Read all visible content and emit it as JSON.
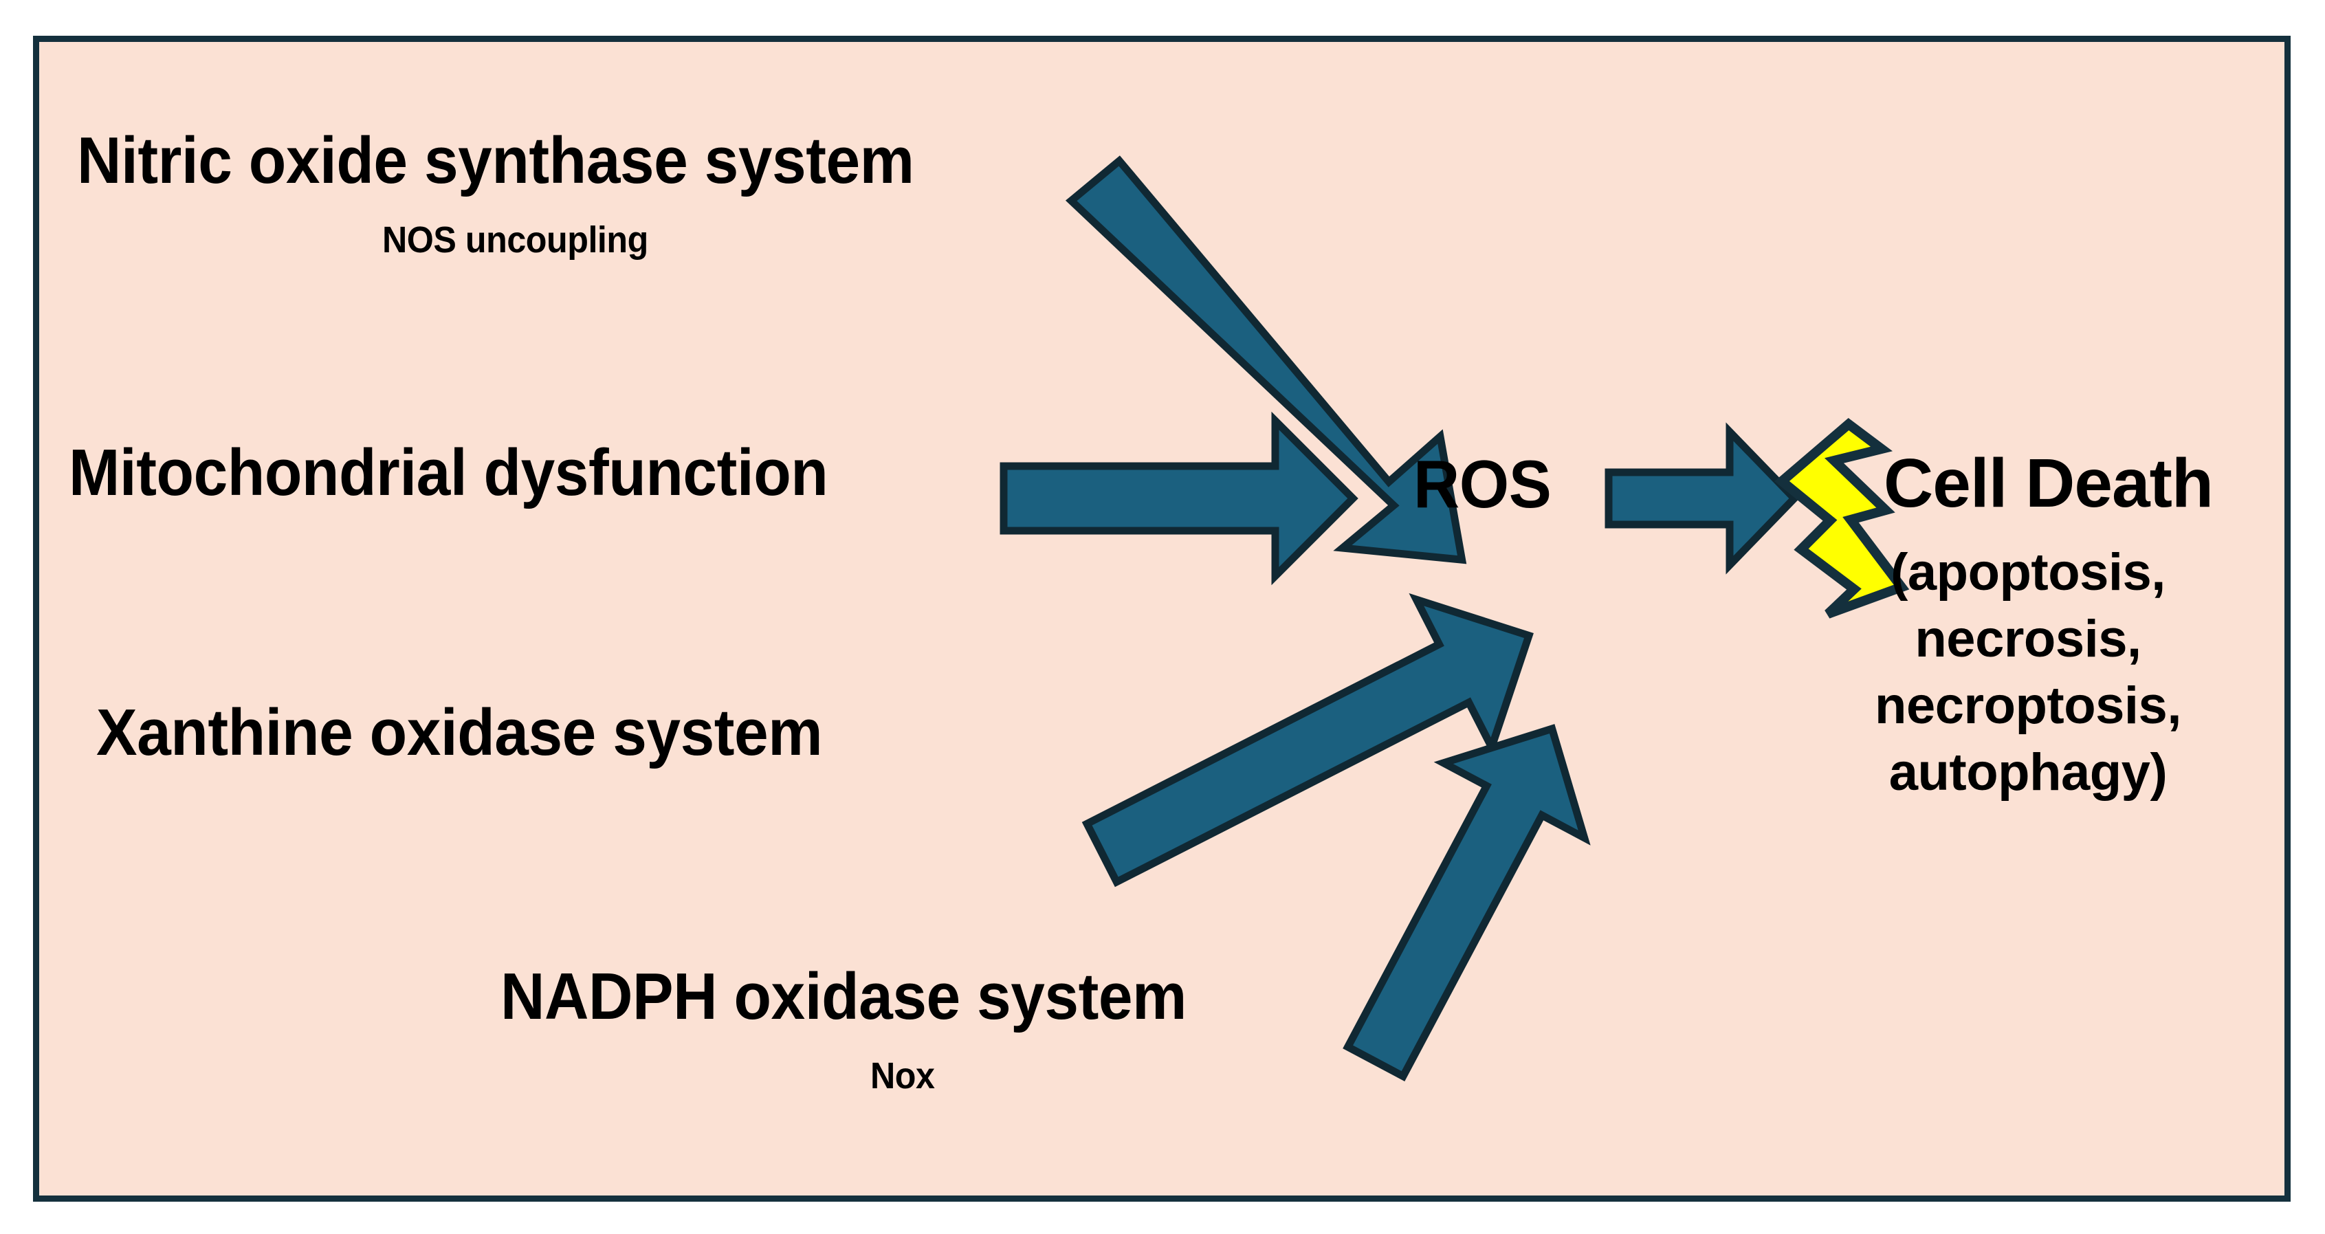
{
  "diagram": {
    "title_concept": "ROS-mediated cell death pathways",
    "background_color": "#fbe1d4",
    "frame_color": "#14303d",
    "arrow_fill": "#1b607f",
    "arrow_outline": "#102833",
    "bolt_fill": "#ffff00",
    "bolt_outline": "#14303d"
  },
  "sources": [
    {
      "id": "nos",
      "label": "Nitric oxide synthase system",
      "sublabel": "NOS uncoupling",
      "arrow": "arrow-nos-to-ros"
    },
    {
      "id": "mitochondrial",
      "label": "Mitochondrial dysfunction",
      "sublabel": "",
      "arrow": "arrow-mitochondrial-to-ros"
    },
    {
      "id": "xanthine",
      "label": "Xanthine oxidase system",
      "sublabel": "",
      "arrow": "arrow-xanthine-to-ros"
    },
    {
      "id": "nadph",
      "label": "NADPH oxidase system",
      "sublabel": "Nox",
      "arrow": "arrow-nadph-to-ros"
    }
  ],
  "center": {
    "label": "ROS"
  },
  "outcome": {
    "label": "Cell Death",
    "modes": [
      "(apoptosis,",
      "necrosis,",
      "necroptosis,",
      "autophagy)"
    ],
    "icon": "lightning-bolt-icon"
  }
}
